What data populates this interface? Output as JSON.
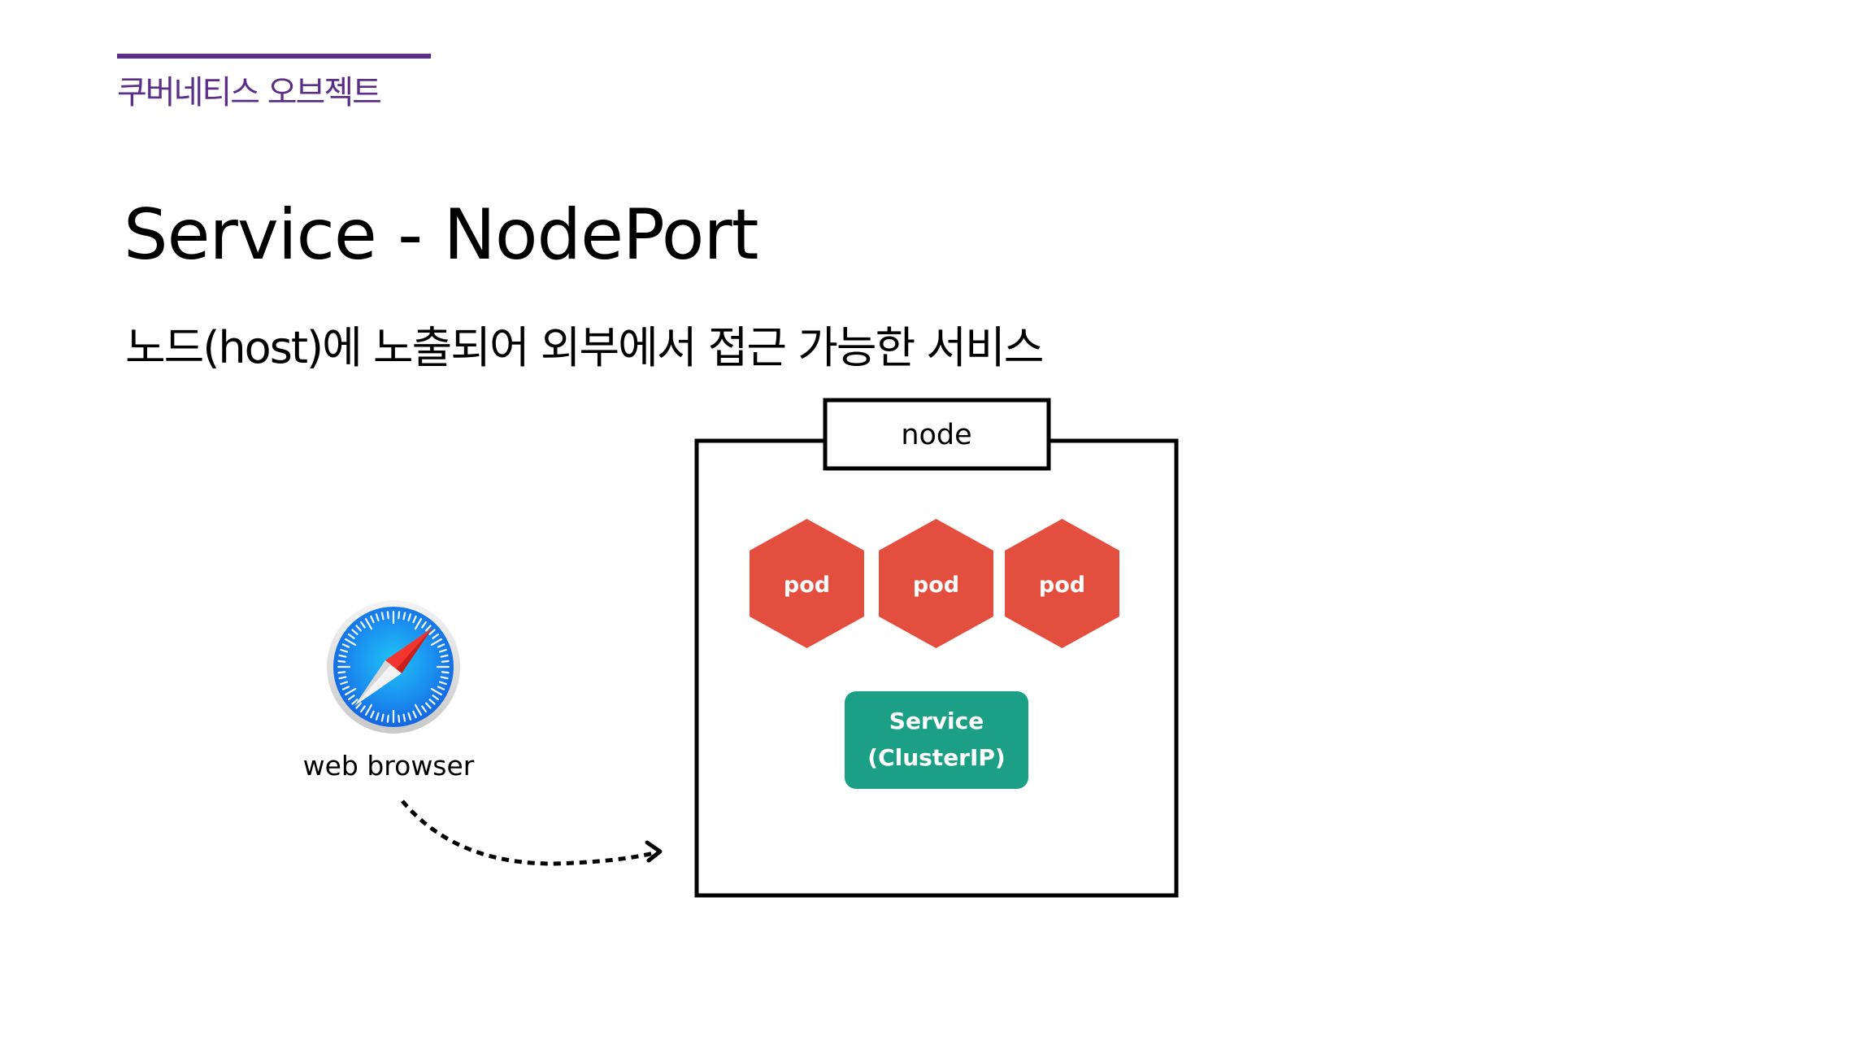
{
  "header": {
    "section_label": "쿠버네티스 오브젝트",
    "title": "Service - NodePort",
    "subtitle": "노드(host)에 노출되어 외부에서 접근 가능한 서비스"
  },
  "colors": {
    "accent_purple": "#5B2E87",
    "pod_red": "#E44E3F",
    "service_green": "#1BA085",
    "border_black": "#000000"
  },
  "diagram": {
    "node": {
      "label": "node"
    },
    "pods": [
      {
        "label": "pod"
      },
      {
        "label": "pod"
      },
      {
        "label": "pod"
      }
    ],
    "service": {
      "line1": "Service",
      "line2": "(ClusterIP)"
    },
    "client": {
      "label": "web browser",
      "icon": "safari-compass-icon"
    },
    "connection": {
      "style": "dashed-curved-arrow",
      "from": "web browser",
      "to": "node"
    }
  }
}
